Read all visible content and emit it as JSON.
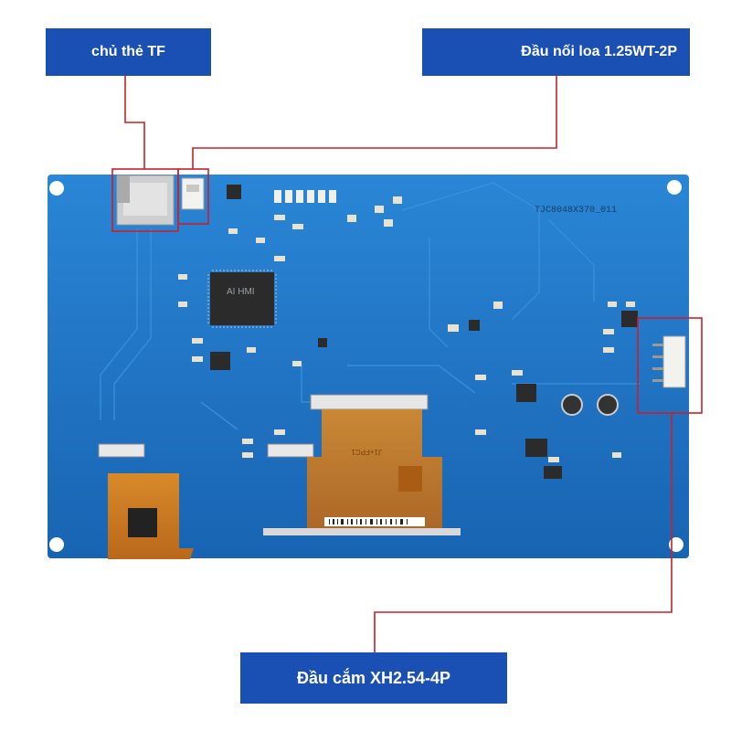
{
  "callouts": {
    "tf_card": "chủ thẻ TF",
    "speaker_connector": "Đầu nối loa 1.25WT-2P",
    "xh_connector": "Đầu cắm XH2.54-4P"
  },
  "board": {
    "model": "TJC8048X370_011",
    "chip_label": "AI HMI",
    "fpc_label": "J1+FPC1"
  },
  "colors": {
    "callout_bg": "#1a4fb4",
    "pcb_blue": "#1d6fc0",
    "leader_red": "#c8202a",
    "fpc_orange": "#c9781e"
  }
}
